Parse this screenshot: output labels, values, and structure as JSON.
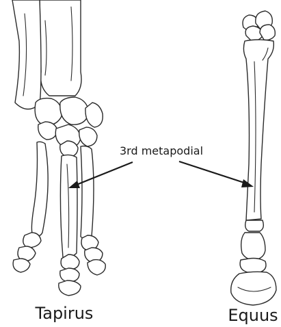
{
  "diagram": {
    "callout_label": "3rd metapodial",
    "specimens": [
      {
        "id": "tapirus",
        "label": "Tapirus"
      },
      {
        "id": "equus",
        "label": "Equus"
      }
    ],
    "colors": {
      "ink": "#1a1a1a",
      "background": "#ffffff"
    }
  }
}
